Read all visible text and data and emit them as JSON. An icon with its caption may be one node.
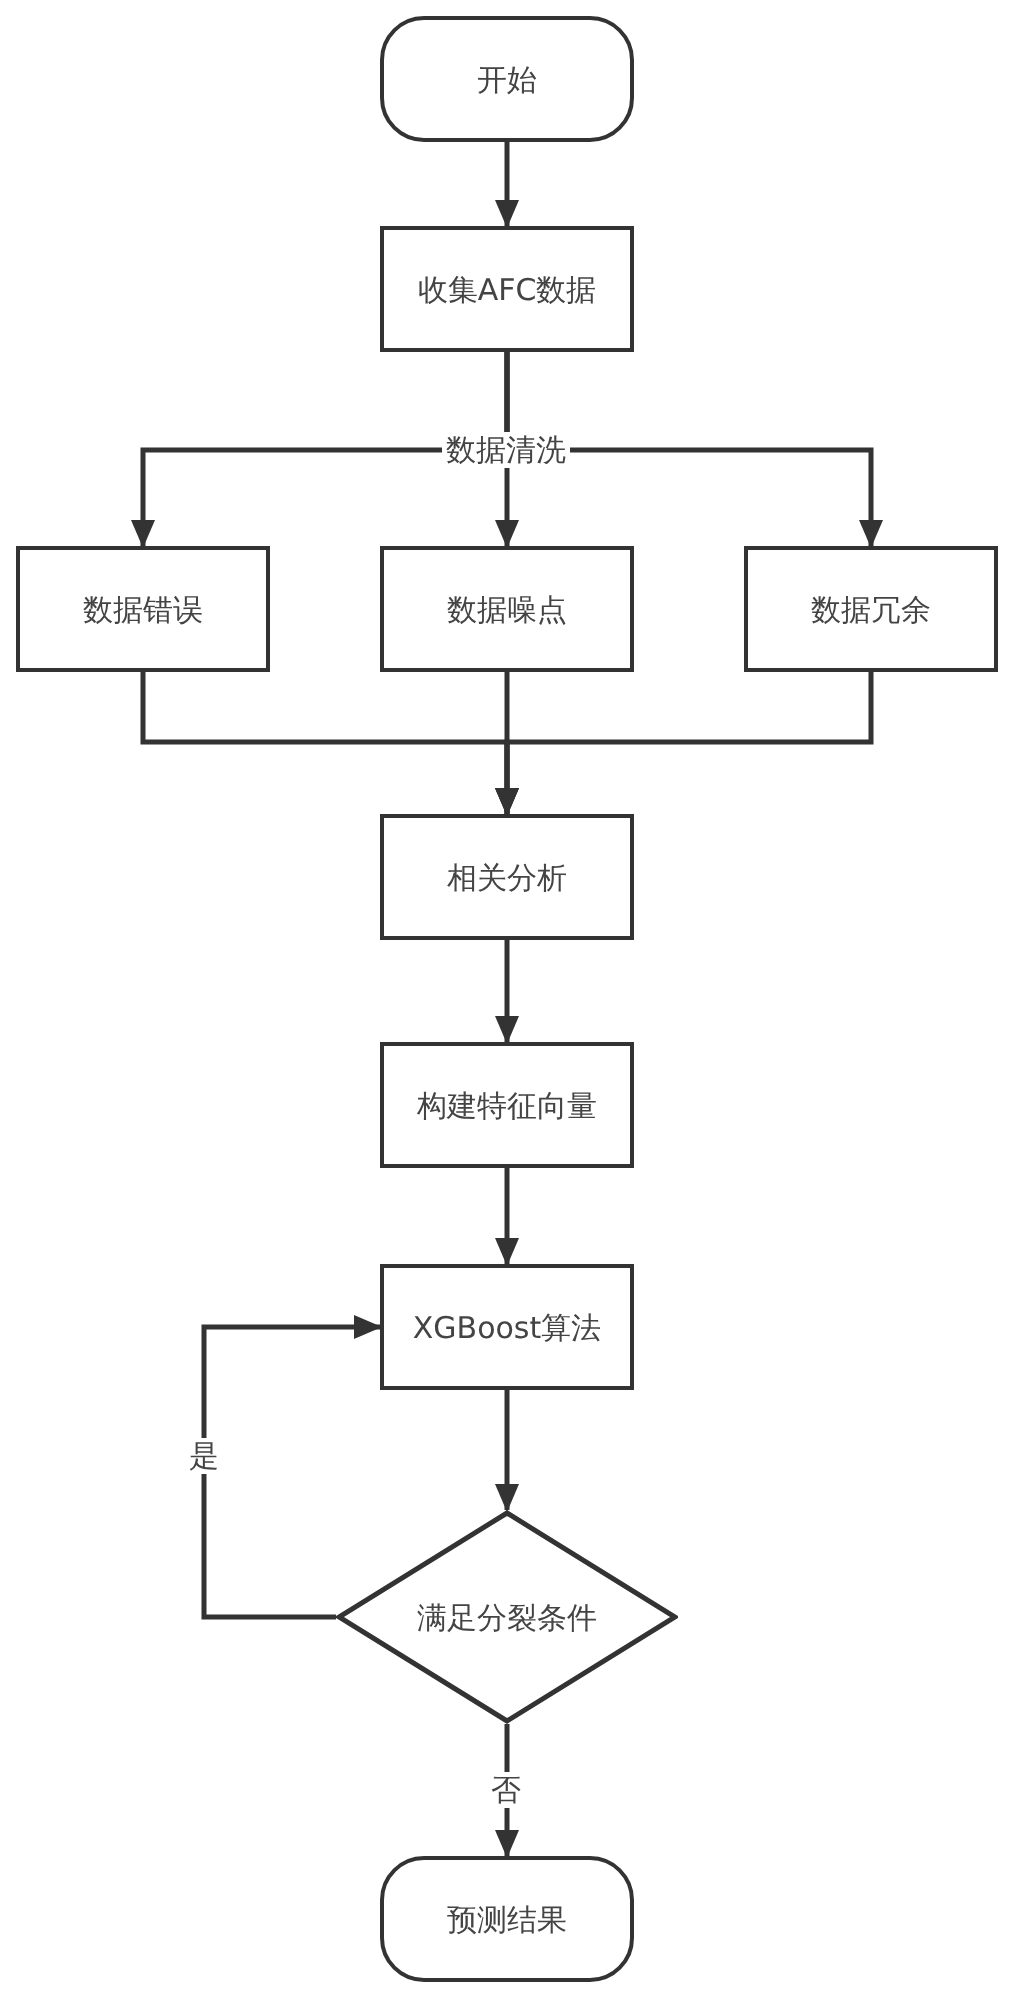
{
  "diagram": {
    "nodes": [
      {
        "text": [
          "开始"
        ]
      },
      {
        "text": [
          "收集AFC数据"
        ]
      },
      {
        "text": [
          "数据错误"
        ]
      },
      {
        "text": [
          "数据噪点"
        ]
      },
      {
        "text": [
          "数据冗余"
        ]
      },
      {
        "text": [
          "相关分析"
        ]
      },
      {
        "text": [
          "构建特征向量"
        ]
      },
      {
        "text": [
          "XGBoost算法"
        ]
      },
      {
        "text": [
          "满足分裂条件"
        ]
      },
      {
        "text": [
          "预测结果"
        ]
      }
    ],
    "edges": [
      {
        "from": 0,
        "to": 1,
        "arrow": "to"
      },
      {
        "from": 1,
        "to": 2,
        "arrow": "to"
      },
      {
        "from": 1,
        "to": 3,
        "arrow": "to",
        "label": "数据清洗"
      },
      {
        "from": 1,
        "to": 4,
        "arrow": "to"
      },
      {
        "from": 2,
        "to": 5,
        "arrow": "to"
      },
      {
        "from": 3,
        "to": 5,
        "arrow": "to"
      },
      {
        "from": 4,
        "to": 5,
        "arrow": "to"
      },
      {
        "from": 5,
        "to": 6,
        "arrow": "to"
      },
      {
        "from": 6,
        "to": 7,
        "arrow": "to"
      },
      {
        "from": 7,
        "to": 8,
        "arrow": "to"
      },
      {
        "from": 8,
        "to": 7,
        "arrow": "to",
        "label": "是"
      },
      {
        "from": 8,
        "to": 9,
        "arrow": "to",
        "label": "否"
      }
    ]
  }
}
